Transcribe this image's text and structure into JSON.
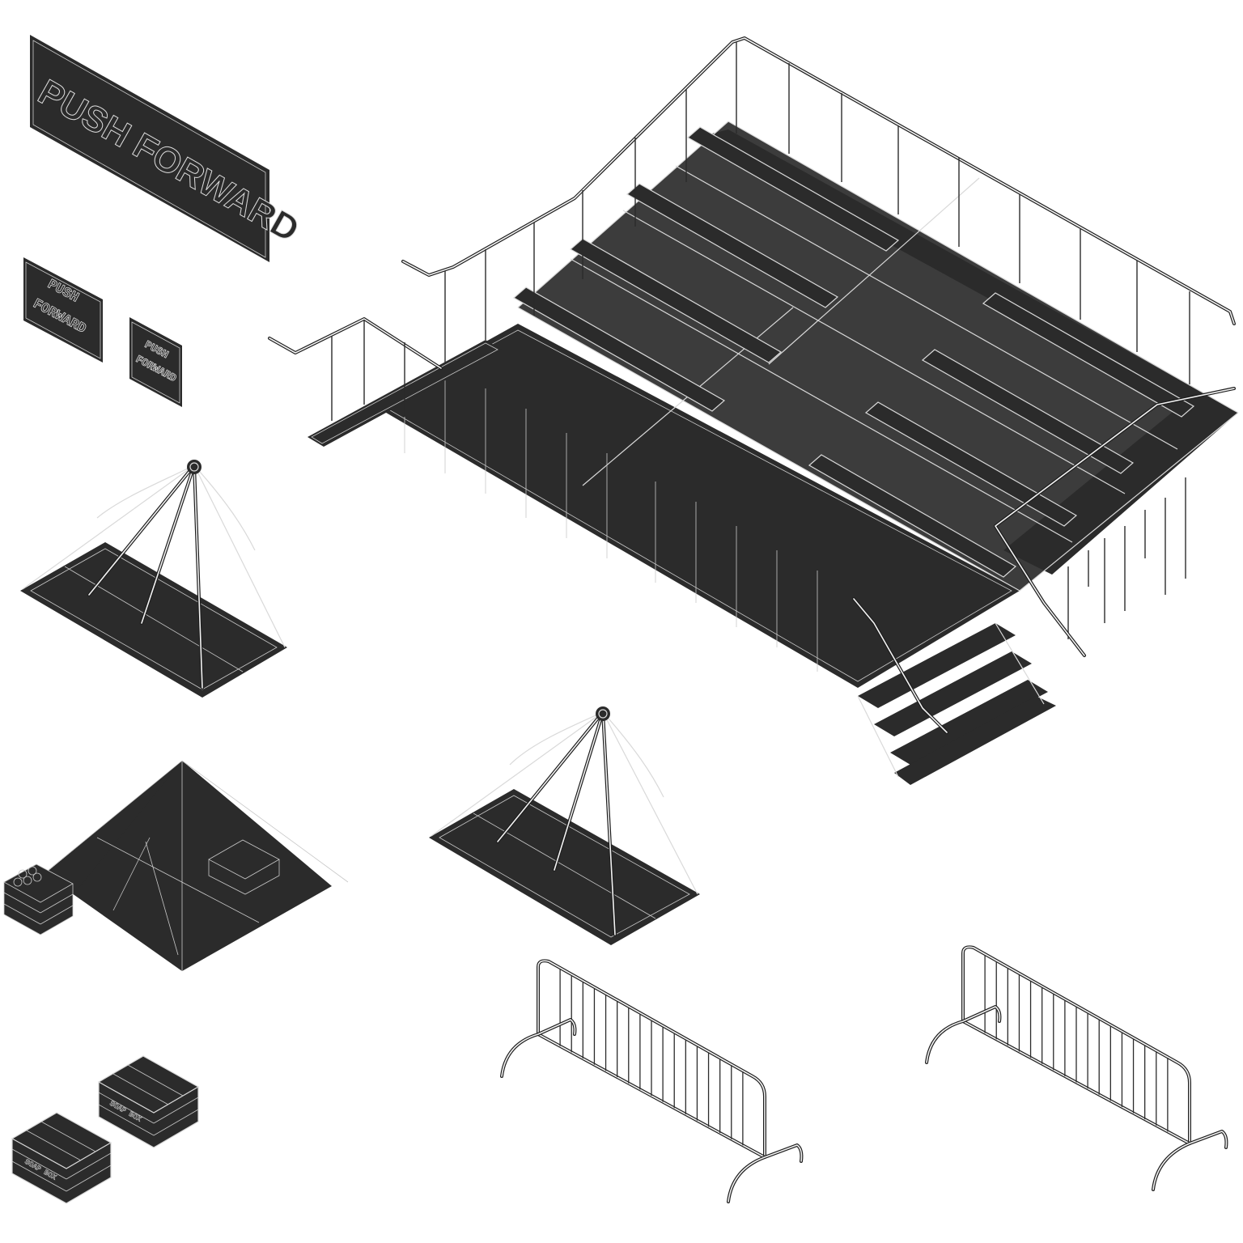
{
  "signs": {
    "large": "PUSH FORWARD",
    "small_a_line1": "PUSH",
    "small_a_line2": "FORWARD",
    "small_b_line1": "PUSH",
    "small_b_line2": "FORWARD"
  },
  "crates": {
    "crate_a_label": "SOAP BOX",
    "crate_b_label": "SOAP BOX"
  },
  "icons": [
    "grandstand-icon",
    "sail-canopy-icon",
    "pyramid-tent-icon",
    "crate-icon",
    "crowd-barrier-icon",
    "sign-icon"
  ],
  "colors": {
    "fill": "#2b2b2b",
    "wire": "#d9d9d9",
    "background": "#ffffff"
  }
}
